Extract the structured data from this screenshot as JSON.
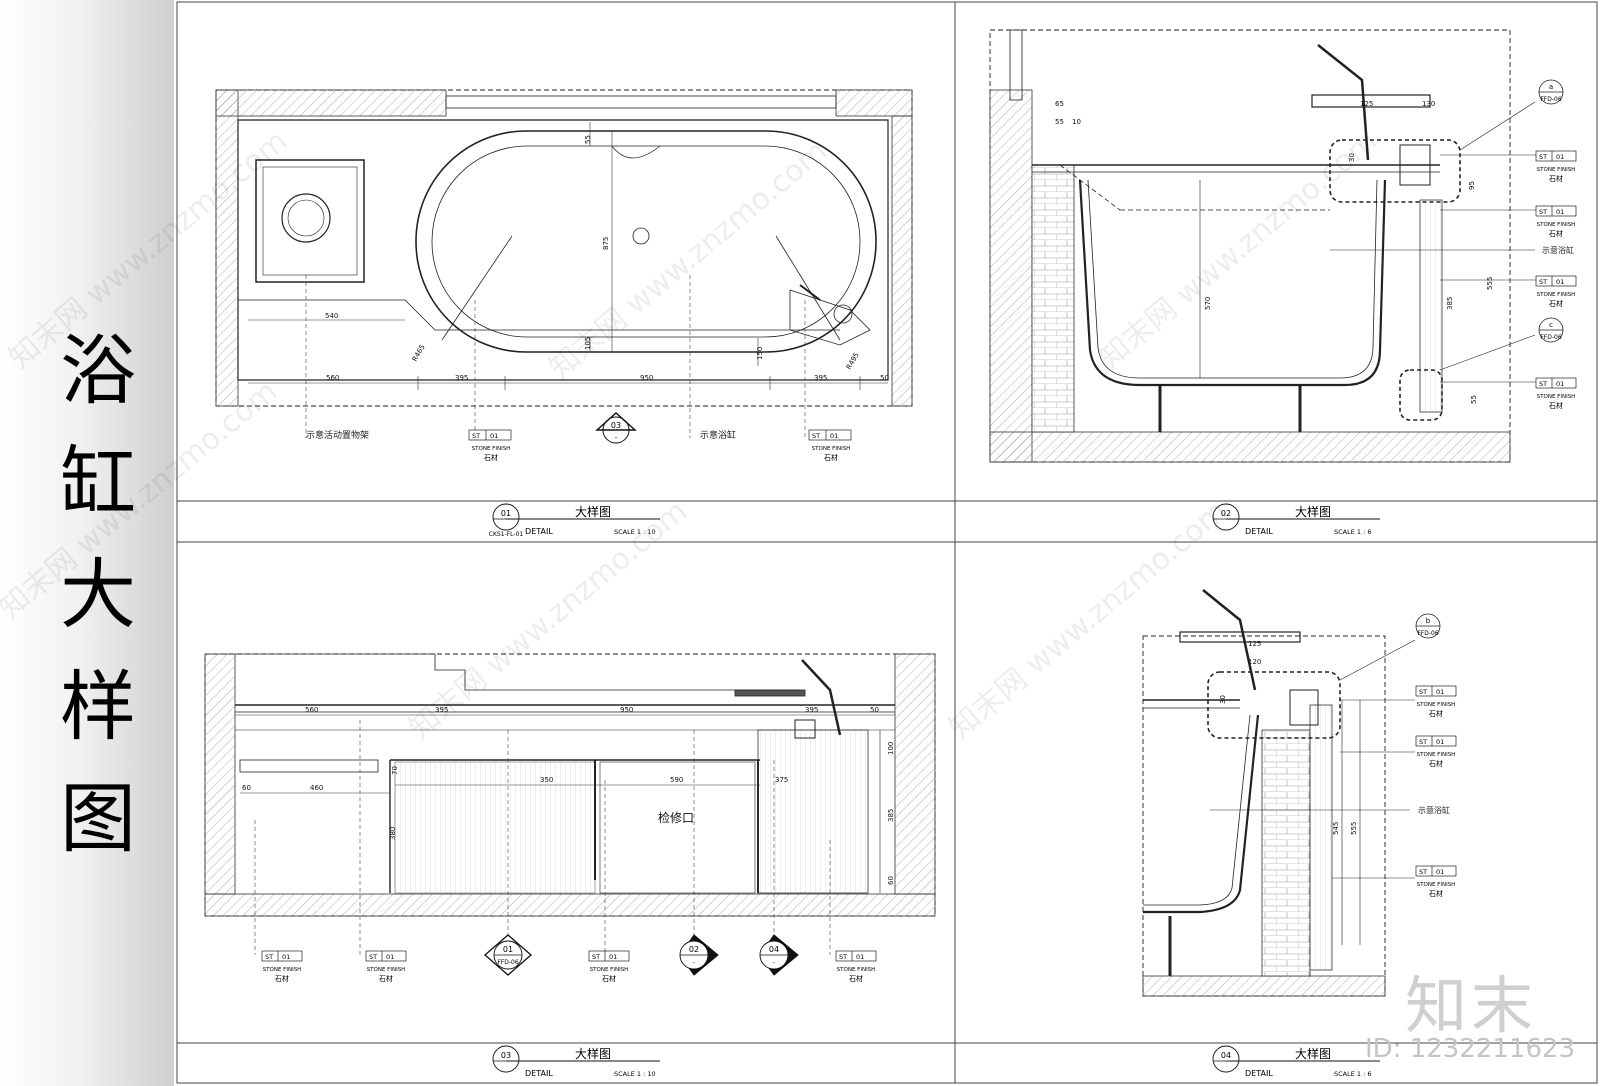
{
  "sheet": {
    "title_chars": [
      "浴",
      "缸",
      "大",
      "样",
      "图"
    ],
    "brand": "知末",
    "image_id": "ID: 1232211623",
    "watermark": "知末网 www.znzmo.com"
  },
  "tags": {
    "st": "ST",
    "num": "01",
    "finish": "STONE FINISH",
    "stone": "石材"
  },
  "panels": [
    {
      "num": "01",
      "title": "大样图",
      "detail": "DETAIL",
      "scale": "SCALE 1 : 10",
      "ref": "CKS1-FL-01"
    },
    {
      "num": "02",
      "title": "大样图",
      "detail": "DETAIL",
      "scale": "SCALE 1 : 6",
      "ref": ""
    },
    {
      "num": "03",
      "title": "大样图",
      "detail": "DETAIL",
      "scale": "SCALE 1 : 10",
      "ref": ""
    },
    {
      "num": "04",
      "title": "大样图",
      "detail": "DETAIL",
      "scale": "SCALE 1 : 6",
      "ref": ""
    }
  ],
  "plan": {
    "dims": {
      "d540": "540",
      "d560": "560",
      "d395a": "395",
      "d950": "950",
      "d395b": "395",
      "d50": "50",
      "d875": "875",
      "d55": "55",
      "d105": "105",
      "d150": "150",
      "r465": "R465",
      "r495": "R495"
    },
    "notes": {
      "shelf": "示意活动置物架",
      "tub": "示意浴缸"
    },
    "section_ref": {
      "num": "03",
      "sub": "-"
    }
  },
  "section02": {
    "dims": {
      "d65": "65",
      "d55a": "55",
      "d10": "10",
      "d125": "125",
      "d130": "130",
      "d30": "30",
      "d95": "95",
      "d570": "570",
      "d385": "385",
      "d555": "555",
      "d55b": "55"
    },
    "callouts": [
      {
        "letter": "a",
        "ref": "FFD-06"
      },
      {
        "letter": "c",
        "ref": "FFD-06"
      }
    ],
    "note": "示意浴缸"
  },
  "elev03": {
    "dims": {
      "d560": "560",
      "d395a": "395",
      "d950": "950",
      "d395b": "395",
      "d50": "50",
      "d60": "60",
      "d460": "460",
      "d70": "70",
      "d350": "350",
      "d590": "590",
      "d375": "375",
      "d100": "100",
      "d385": "385",
      "d380": "380",
      "d60b": "60"
    },
    "access": "检修口",
    "refs": [
      {
        "num": "01",
        "sub": "FFD-06"
      },
      {
        "num": "02",
        "sub": "-"
      },
      {
        "num": "04",
        "sub": "-"
      }
    ]
  },
  "section04": {
    "dims": {
      "d125": "125",
      "d120": "120",
      "d30": "30",
      "d545": "545",
      "d555": "555"
    },
    "callout": {
      "letter": "b",
      "ref": "FFD-06"
    },
    "note": "示意浴缸"
  }
}
